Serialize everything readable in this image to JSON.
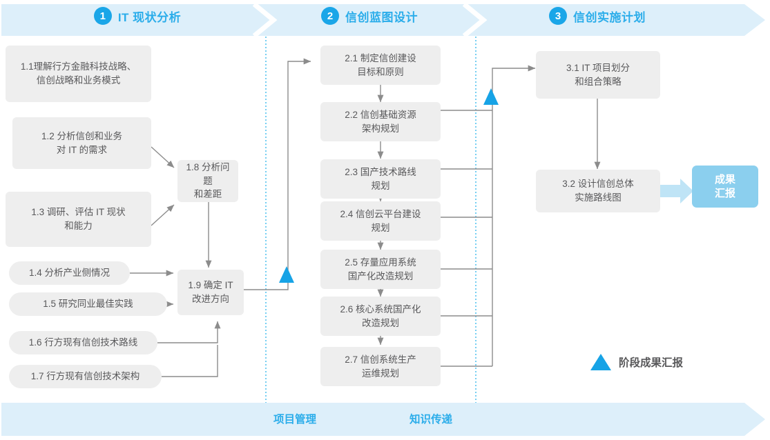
{
  "phases": [
    {
      "num": "1",
      "title": "IT 现状分析"
    },
    {
      "num": "2",
      "title": "信创蓝图设计"
    },
    {
      "num": "3",
      "title": "信创实施计划"
    }
  ],
  "phase1_boxes": [
    {
      "id": "1.1",
      "text": "1.1理解行方金融科技战略、\n信创战略和业务模式"
    },
    {
      "id": "1.2",
      "text": "1.2 分析信创和业务\n对 IT 的需求"
    },
    {
      "id": "1.3",
      "text": "1.3 调研、评估 IT 现状\n和能力"
    },
    {
      "id": "1.4",
      "text": "1.4 分析产业侧情况"
    },
    {
      "id": "1.5",
      "text": "1.5 研究同业最佳实践"
    },
    {
      "id": "1.6",
      "text": "1.6 行方现有信创技术路线"
    },
    {
      "id": "1.7",
      "text": "1.7 行方现有信创技术架构"
    },
    {
      "id": "1.8",
      "text": "1.8 分析问题\n和差距"
    },
    {
      "id": "1.9",
      "text": "1.9 确定 IT\n改进方向"
    }
  ],
  "phase2_boxes": [
    {
      "id": "2.1",
      "text": "2.1 制定信创建设\n目标和原则"
    },
    {
      "id": "2.2",
      "text": "2.2 信创基础资源\n架构规划"
    },
    {
      "id": "2.3",
      "text": "2.3 国产技术路线\n规划"
    },
    {
      "id": "2.4",
      "text": "2.4 信创云平台建设\n规划"
    },
    {
      "id": "2.5",
      "text": "2.5 存量应用系统\n国产化改造规划"
    },
    {
      "id": "2.6",
      "text": "2.6 核心系统国产化\n改造规划"
    },
    {
      "id": "2.7",
      "text": "2.7 信创系统生产\n运维规划"
    }
  ],
  "phase3_boxes": [
    {
      "id": "3.1",
      "text": "3.1 IT 项目划分\n和组合策略"
    },
    {
      "id": "3.2",
      "text": "3.2 设计信创总体\n实施路线图"
    }
  ],
  "deliverable": {
    "text": "成果\n汇报"
  },
  "legend": {
    "label": "阶段成果汇报",
    "marker": "triangle-up-icon"
  },
  "bottom_band": {
    "items": [
      {
        "label": "项目管理"
      },
      {
        "label": "知识传递"
      }
    ]
  },
  "colors": {
    "band_fill": "#ddeffa",
    "accent": "#2badea",
    "circle": "#1aa6e8",
    "box_fill": "#eeeeee",
    "box_text": "#58585a",
    "connector": "#8c8c8c",
    "milestone": "#17a3e6",
    "deliverable_fill": "#8bcfee",
    "deliverable_arrow": "#bfe4f6",
    "divider_dash": "#29b3ea"
  }
}
